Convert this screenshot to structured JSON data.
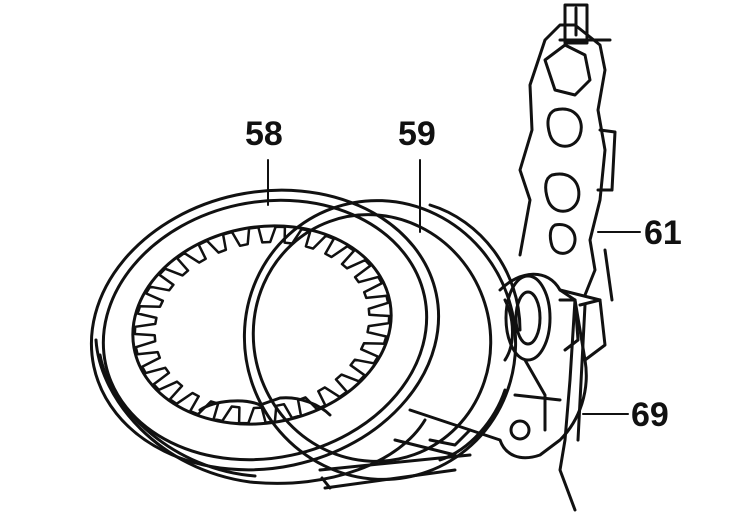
{
  "labels": {
    "part_58": "58",
    "part_59": "59",
    "part_61": "61",
    "part_69": "69"
  },
  "colors": {
    "ink": "#111111",
    "background": "#ffffff"
  }
}
